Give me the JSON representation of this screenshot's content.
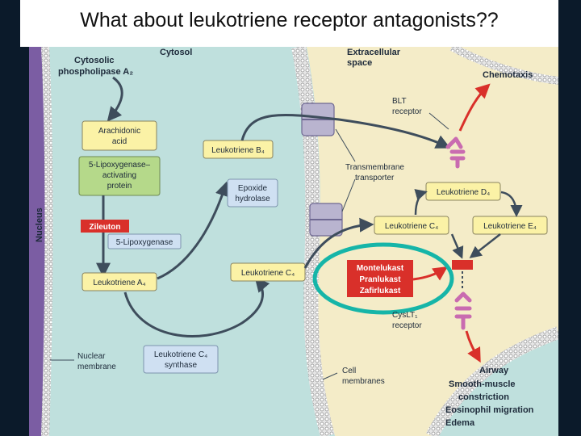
{
  "slide": {
    "title": "What about leukotriene receptor antagonists??"
  },
  "diagram": {
    "region_labels": {
      "cytosol": "Cytosol",
      "extracellular": [
        "Extracellular",
        "space"
      ],
      "nucleus": "Nucleus",
      "nuclear_membrane": [
        "Nuclear",
        "membrane"
      ],
      "cell_membranes": [
        "Cell",
        "membranes"
      ]
    },
    "nodes": {
      "cytosolic_pla2": [
        "Cytosolic",
        "phospholipase A₂"
      ],
      "arachidonic_acid": [
        "Arachidonic",
        "acid"
      ],
      "flap": [
        "5-Lipoxygenase–",
        "activating",
        "protein"
      ],
      "zileuton": "Zileuton",
      "five_lipoxygenase": "5-Lipoxygenase",
      "ltA4": "Leukotriene A₄",
      "ltB4": "Leukotriene B₄",
      "epoxide_hydrolase": [
        "Epoxide",
        "hydrolase"
      ],
      "ltC4_inside": "Leukotriene C₄",
      "ltC4_synthase": [
        "Leukotriene C₄",
        "synthase"
      ],
      "ltD4": "Leukotriene D₄",
      "ltC4_outside": "Leukotriene C₄",
      "ltE4": "Leukotriene E₄",
      "transmembrane_transporter": [
        "Transmembrane",
        "transporter"
      ],
      "blt_receptor": [
        "BLT",
        "receptor"
      ],
      "cyslt1_receptor": [
        "CysLT₁",
        "receptor"
      ]
    },
    "antagonists": [
      "Montelukast",
      "Pranlukast",
      "Zafirlukast"
    ],
    "effects": {
      "chemotaxis": "Chemotaxis",
      "airway": [
        "Airway",
        "Smooth-muscle",
        "constriction",
        "Eosinophil migration",
        "Edema"
      ]
    },
    "colors": {
      "cytosol": "#bfe0dd",
      "extracellular": "#f4ecc8",
      "nucleus": "#7b5da3",
      "box_yellow": "#fbf2a6",
      "box_blue": "#cfe0f2",
      "box_green": "#b5d98a",
      "inhibitor_red": "#d9302a",
      "highlight_ring": "#16b5a8",
      "receptor": "#c96bb0"
    }
  }
}
